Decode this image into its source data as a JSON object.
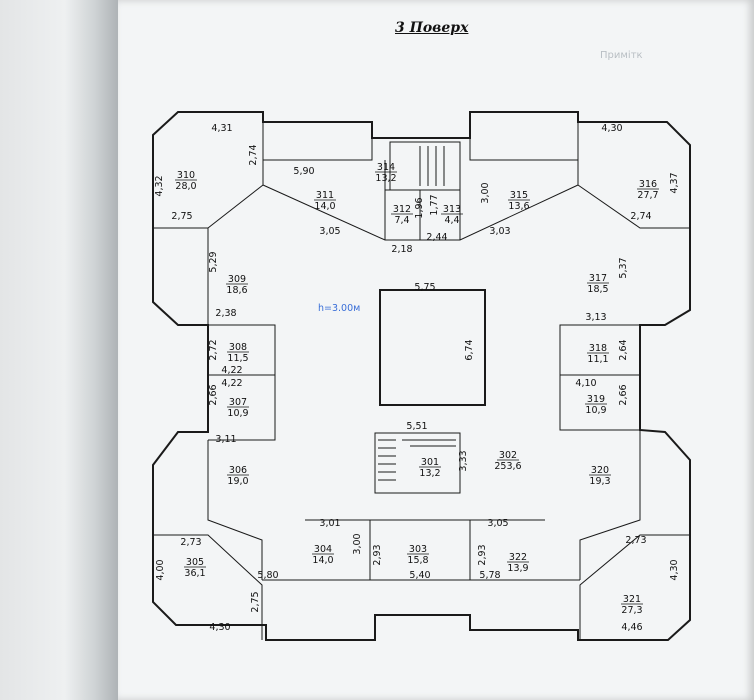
{
  "title": "3 Поверх",
  "stamp": "Примітк",
  "height_note": "h=3.00м",
  "rooms": [
    {
      "number": "301",
      "area": "13,2"
    },
    {
      "number": "302",
      "area": "253,6"
    },
    {
      "number": "303",
      "area": "15,8"
    },
    {
      "number": "304",
      "area": "14,0"
    },
    {
      "number": "305",
      "area": "36,1"
    },
    {
      "number": "306",
      "area": "19,0"
    },
    {
      "number": "307",
      "area": "10,9"
    },
    {
      "number": "308",
      "area": "11,5"
    },
    {
      "number": "309",
      "area": "18,6"
    },
    {
      "number": "310",
      "area": "28,0"
    },
    {
      "number": "311",
      "area": "14,0"
    },
    {
      "number": "312",
      "area": "7,4"
    },
    {
      "number": "313",
      "area": "4,4"
    },
    {
      "number": "314",
      "area": "13,2"
    },
    {
      "number": "315",
      "area": "13,6"
    },
    {
      "number": "316",
      "area": "27,7"
    },
    {
      "number": "317",
      "area": "18,5"
    },
    {
      "number": "318",
      "area": "11,1"
    },
    {
      "number": "319",
      "area": "10,9"
    },
    {
      "number": "320",
      "area": "19,3"
    },
    {
      "number": "321",
      "area": "27,3"
    },
    {
      "number": "322",
      "area": "13,9"
    }
  ],
  "dimensions": [
    {
      "text": "4,31"
    },
    {
      "text": "2,74"
    },
    {
      "text": "4,32"
    },
    {
      "text": "2,75"
    },
    {
      "text": "5,90"
    },
    {
      "text": "3,05"
    },
    {
      "text": "1,96"
    },
    {
      "text": "1,77"
    },
    {
      "text": "3,00"
    },
    {
      "text": "2,44"
    },
    {
      "text": "2,18"
    },
    {
      "text": "3,03"
    },
    {
      "text": "4,30"
    },
    {
      "text": "4,37"
    },
    {
      "text": "2,74"
    },
    {
      "text": "5,29"
    },
    {
      "text": "5,37"
    },
    {
      "text": "2,38"
    },
    {
      "text": "3,13"
    },
    {
      "text": "5,75"
    },
    {
      "text": "6,74"
    },
    {
      "text": "2,72"
    },
    {
      "text": "2,64"
    },
    {
      "text": "4,22"
    },
    {
      "text": "4,22"
    },
    {
      "text": "4,10"
    },
    {
      "text": "2,66"
    },
    {
      "text": "2,66"
    },
    {
      "text": "5,51"
    },
    {
      "text": "3,33"
    },
    {
      "text": "3,11"
    },
    {
      "text": "3,01"
    },
    {
      "text": "3,00"
    },
    {
      "text": "3,05"
    },
    {
      "text": "2,73"
    },
    {
      "text": "2,93"
    },
    {
      "text": "2,93"
    },
    {
      "text": "2,73"
    },
    {
      "text": "4,00"
    },
    {
      "text": "5,80"
    },
    {
      "text": "5,40"
    },
    {
      "text": "5,78"
    },
    {
      "text": "4,30"
    },
    {
      "text": "2,75"
    },
    {
      "text": "4,30"
    },
    {
      "text": "4,46"
    }
  ]
}
